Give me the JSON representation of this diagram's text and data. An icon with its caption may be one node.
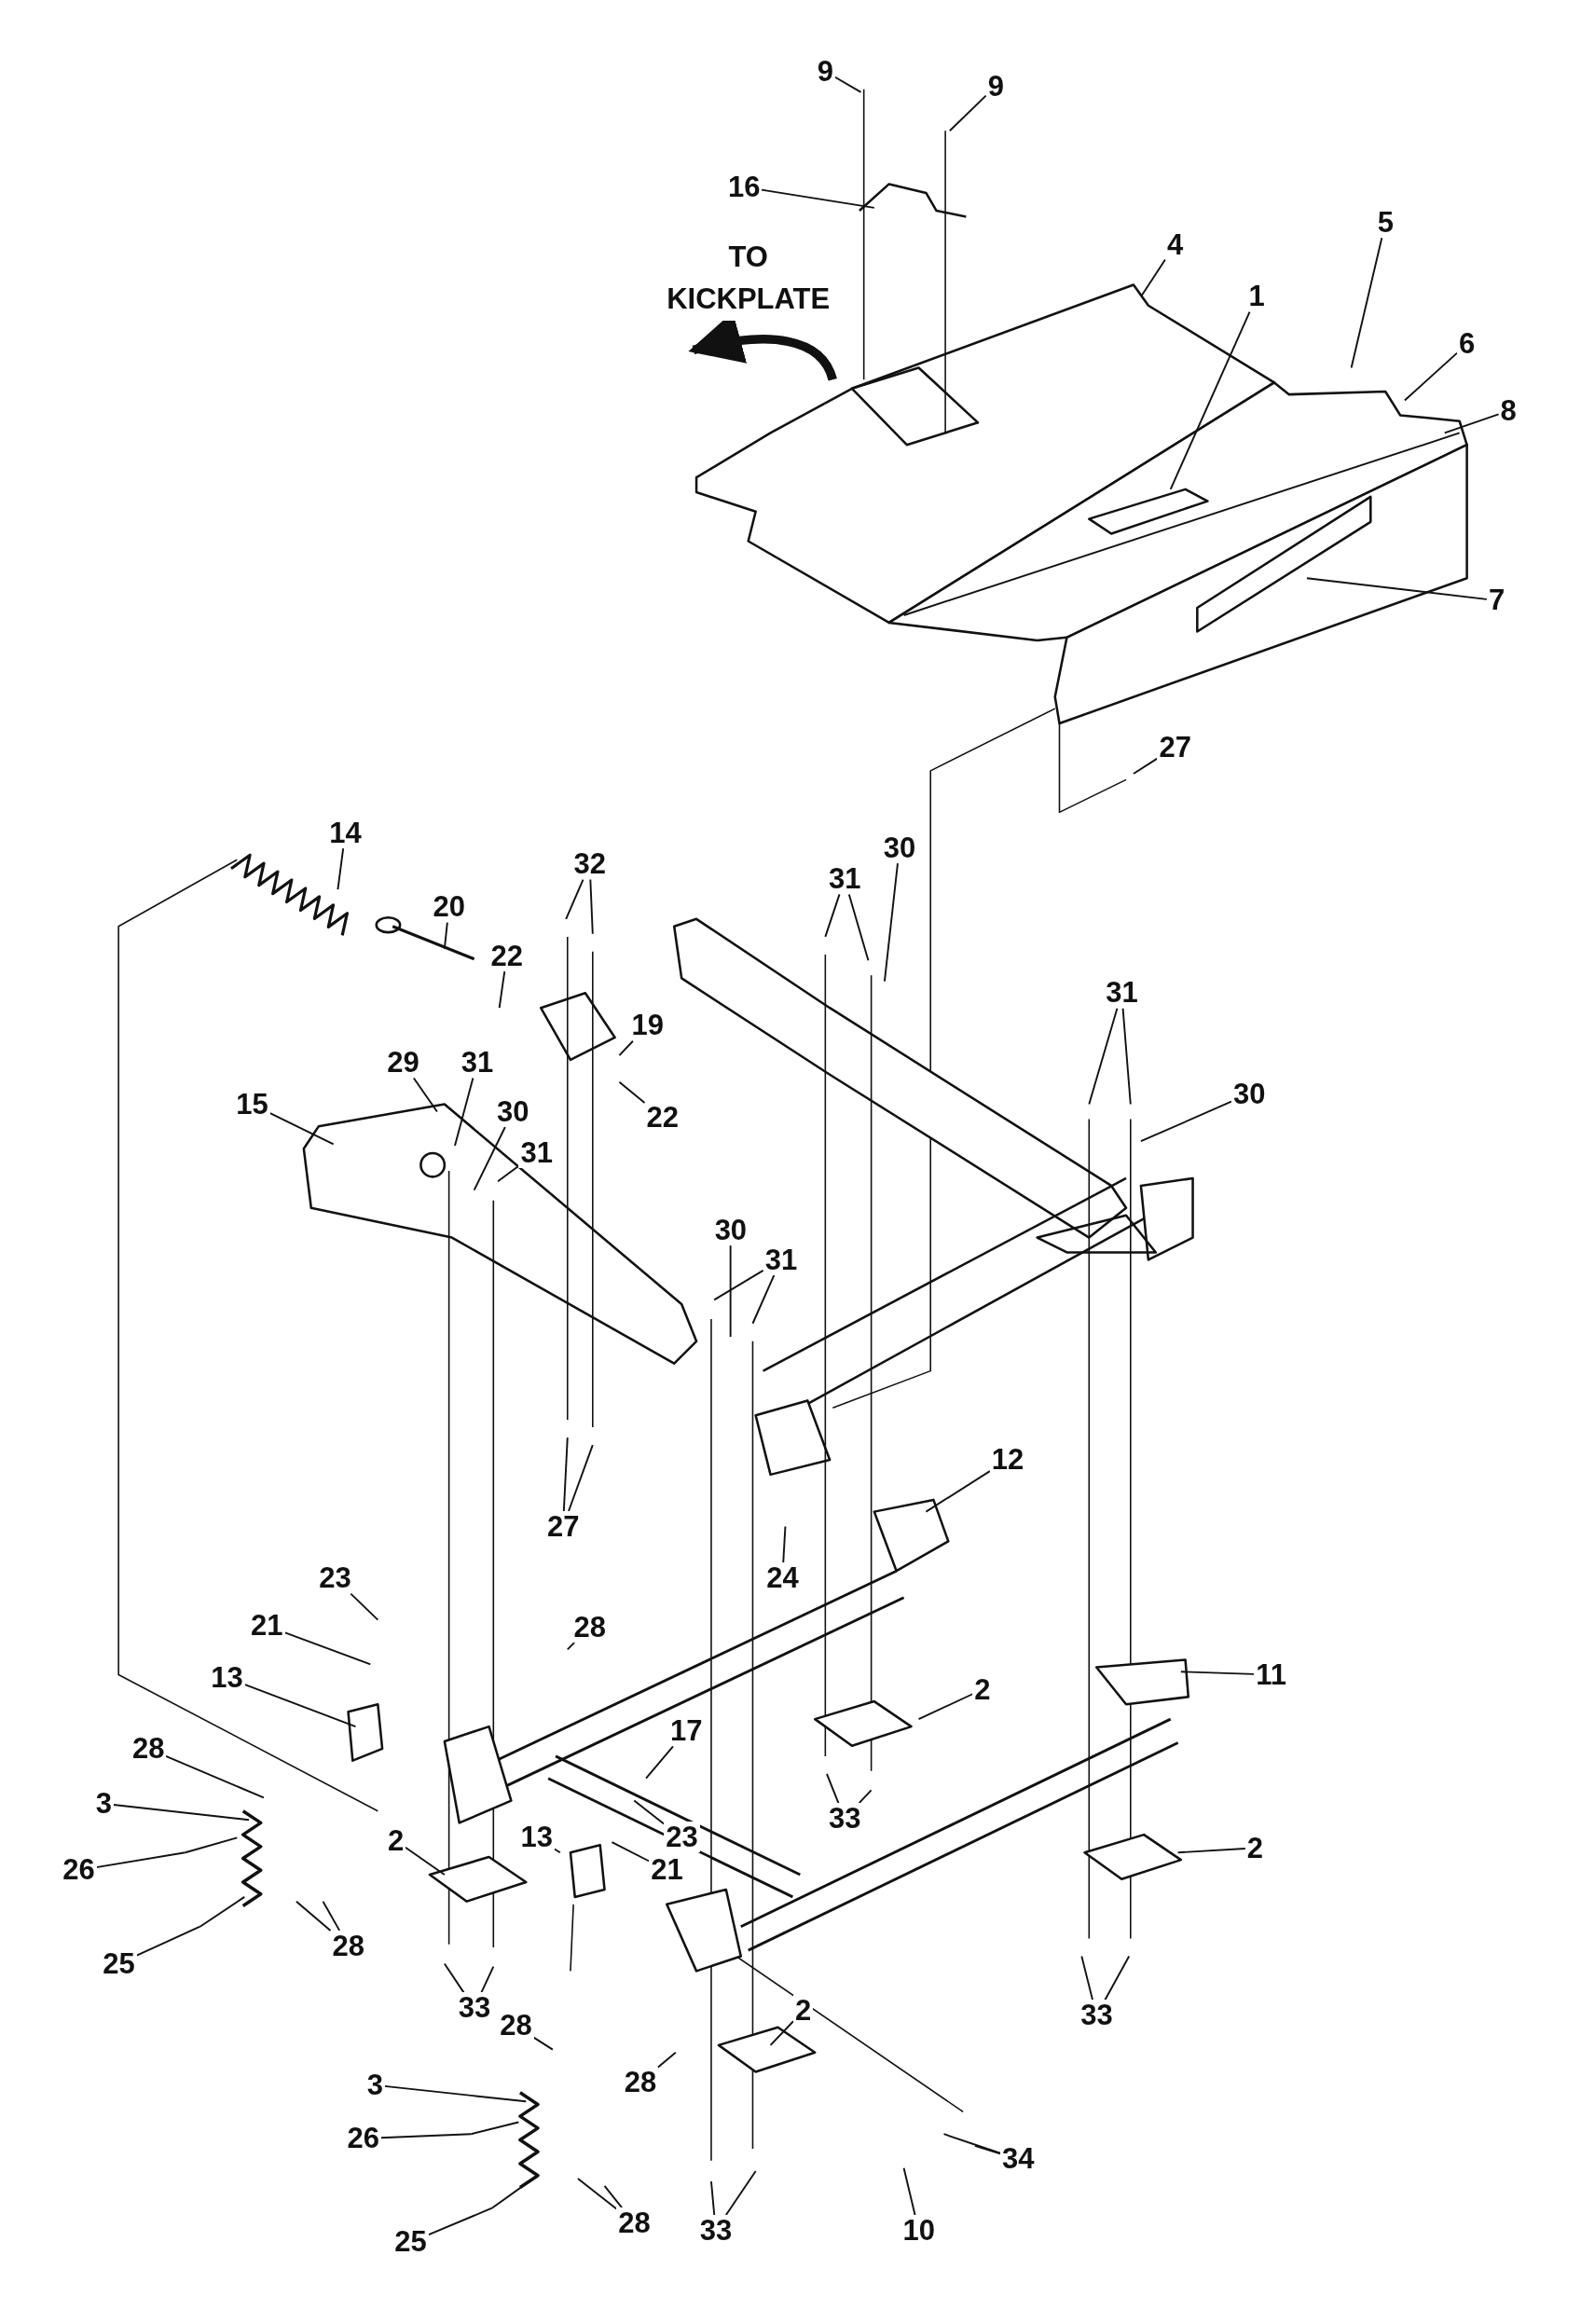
{
  "diagram": {
    "nodes": [
      {
        "text": [
          "9"
        ]
      },
      {
        "text": [
          "9"
        ]
      },
      {
        "text": [
          "16"
        ]
      },
      {
        "text": [
          "4"
        ]
      },
      {
        "text": [
          "5"
        ]
      },
      {
        "text": [
          "1"
        ]
      },
      {
        "text": [
          "6"
        ]
      },
      {
        "text": [
          "8"
        ]
      },
      {
        "text": [
          "7"
        ]
      },
      {
        "text": [
          "27"
        ]
      },
      {
        "text": [
          "14"
        ]
      },
      {
        "text": [
          "32"
        ]
      },
      {
        "text": [
          "30"
        ]
      },
      {
        "text": [
          "31"
        ]
      },
      {
        "text": [
          "20"
        ]
      },
      {
        "text": [
          "22"
        ]
      },
      {
        "text": [
          "31"
        ]
      },
      {
        "text": [
          "19"
        ]
      },
      {
        "text": [
          "29"
        ]
      },
      {
        "text": [
          "31"
        ]
      },
      {
        "text": [
          "30"
        ]
      },
      {
        "text": [
          "15"
        ]
      },
      {
        "text": [
          "30"
        ]
      },
      {
        "text": [
          "22"
        ]
      },
      {
        "text": [
          "31"
        ]
      },
      {
        "text": [
          "30"
        ]
      },
      {
        "text": [
          "31"
        ]
      },
      {
        "text": [
          "12"
        ]
      },
      {
        "text": [
          "27"
        ]
      },
      {
        "text": [
          "24"
        ]
      },
      {
        "text": [
          "23"
        ]
      },
      {
        "text": [
          "21"
        ]
      },
      {
        "text": [
          "28"
        ]
      },
      {
        "text": [
          "11"
        ]
      },
      {
        "text": [
          "13"
        ]
      },
      {
        "text": [
          "2"
        ]
      },
      {
        "text": [
          "17"
        ]
      },
      {
        "text": [
          "28"
        ]
      },
      {
        "text": [
          "3"
        ]
      },
      {
        "text": [
          "33"
        ]
      },
      {
        "text": [
          "23"
        ]
      },
      {
        "text": [
          "13"
        ]
      },
      {
        "text": [
          "2"
        ]
      },
      {
        "text": [
          "2"
        ]
      },
      {
        "text": [
          "26"
        ]
      },
      {
        "text": [
          "21"
        ]
      },
      {
        "text": [
          "28"
        ]
      },
      {
        "text": [
          "25"
        ]
      },
      {
        "text": [
          "33"
        ]
      },
      {
        "text": [
          "2"
        ]
      },
      {
        "text": [
          "33"
        ]
      },
      {
        "text": [
          "28"
        ]
      },
      {
        "text": [
          "28"
        ]
      },
      {
        "text": [
          "3"
        ]
      },
      {
        "text": [
          "26"
        ]
      },
      {
        "text": [
          "34"
        ]
      },
      {
        "text": [
          "28"
        ]
      },
      {
        "text": [
          "33"
        ]
      },
      {
        "text": [
          "10"
        ]
      },
      {
        "text": [
          "25"
        ]
      }
    ],
    "edges": [
      {
        "from": 0,
        "to": null,
        "arrow": "none"
      },
      {
        "from": 1,
        "to": null,
        "arrow": "none"
      },
      {
        "from": 2,
        "to": null,
        "arrow": "none"
      },
      {
        "from": 3,
        "to": null,
        "arrow": "none"
      },
      {
        "from": 4,
        "to": null,
        "arrow": "none"
      },
      {
        "from": 5,
        "to": null,
        "arrow": "none"
      },
      {
        "from": 6,
        "to": null,
        "arrow": "none"
      },
      {
        "from": 7,
        "to": null,
        "arrow": "none"
      },
      {
        "from": 8,
        "to": null,
        "arrow": "none"
      },
      {
        "from": 9,
        "to": null,
        "arrow": "none"
      },
      {
        "from": 10,
        "to": null,
        "arrow": "none"
      },
      {
        "from": 11,
        "to": null,
        "arrow": "none"
      },
      {
        "from": 11,
        "to": null,
        "arrow": "none"
      },
      {
        "from": 12,
        "to": null,
        "arrow": "none"
      },
      {
        "from": 13,
        "to": null,
        "arrow": "none"
      },
      {
        "from": 13,
        "to": null,
        "arrow": "none"
      },
      {
        "from": 14,
        "to": null,
        "arrow": "none"
      },
      {
        "from": 15,
        "to": null,
        "arrow": "none"
      },
      {
        "from": 16,
        "to": null,
        "arrow": "none"
      },
      {
        "from": 16,
        "to": null,
        "arrow": "none"
      },
      {
        "from": 17,
        "to": null,
        "arrow": "none"
      },
      {
        "from": 18,
        "to": null,
        "arrow": "none"
      },
      {
        "from": 19,
        "to": null,
        "arrow": "none"
      },
      {
        "from": 20,
        "to": null,
        "arrow": "none"
      },
      {
        "from": 21,
        "to": null,
        "arrow": "none"
      },
      {
        "from": 22,
        "to": null,
        "arrow": "none"
      },
      {
        "from": 23,
        "to": null,
        "arrow": "none"
      },
      {
        "from": 24,
        "to": null,
        "arrow": "none"
      },
      {
        "from": 25,
        "to": null,
        "arrow": "none"
      },
      {
        "from": 26,
        "to": null,
        "arrow": "none"
      },
      {
        "from": 26,
        "to": null,
        "arrow": "none"
      },
      {
        "from": 27,
        "to": null,
        "arrow": "none"
      },
      {
        "from": 28,
        "to": null,
        "arrow": "none"
      },
      {
        "from": 28,
        "to": null,
        "arrow": "none"
      },
      {
        "from": 29,
        "to": null,
        "arrow": "none"
      },
      {
        "from": 30,
        "to": null,
        "arrow": "none"
      },
      {
        "from": 31,
        "to": null,
        "arrow": "none"
      },
      {
        "from": 32,
        "to": null,
        "arrow": "none"
      },
      {
        "from": 33,
        "to": null,
        "arrow": "none"
      },
      {
        "from": 34,
        "to": null,
        "arrow": "none"
      },
      {
        "from": 35,
        "to": null,
        "arrow": "none"
      },
      {
        "from": 36,
        "to": null,
        "arrow": "none"
      },
      {
        "from": 37,
        "to": null,
        "arrow": "none"
      },
      {
        "from": 38,
        "to": null,
        "arrow": "none"
      },
      {
        "from": 39,
        "to": null,
        "arrow": "none"
      },
      {
        "from": 39,
        "to": null,
        "arrow": "none"
      },
      {
        "from": 40,
        "to": null,
        "arrow": "none"
      },
      {
        "from": 41,
        "to": null,
        "arrow": "none"
      },
      {
        "from": 42,
        "to": null,
        "arrow": "none"
      },
      {
        "from": 43,
        "to": null,
        "arrow": "none"
      },
      {
        "from": 44,
        "to": null,
        "arrow": "none"
      },
      {
        "from": 45,
        "to": null,
        "arrow": "none"
      },
      {
        "from": 46,
        "to": null,
        "arrow": "none"
      },
      {
        "from": 46,
        "to": null,
        "arrow": "none"
      },
      {
        "from": 47,
        "to": null,
        "arrow": "none"
      },
      {
        "from": 48,
        "to": null,
        "arrow": "none"
      },
      {
        "from": 48,
        "to": null,
        "arrow": "none"
      },
      {
        "from": 49,
        "to": null,
        "arrow": "none"
      },
      {
        "from": 50,
        "to": null,
        "arrow": "none"
      },
      {
        "from": 50,
        "to": null,
        "arrow": "none"
      },
      {
        "from": 51,
        "to": null,
        "arrow": "none"
      },
      {
        "from": 52,
        "to": null,
        "arrow": "none"
      },
      {
        "from": 53,
        "to": null,
        "arrow": "none"
      },
      {
        "from": 54,
        "to": null,
        "arrow": "none"
      },
      {
        "from": 55,
        "to": null,
        "arrow": "none"
      },
      {
        "from": 55,
        "to": null,
        "arrow": "none"
      },
      {
        "from": 56,
        "to": null,
        "arrow": "none"
      },
      {
        "from": 56,
        "to": null,
        "arrow": "none"
      },
      {
        "from": 57,
        "to": null,
        "arrow": "none"
      },
      {
        "from": 57,
        "to": null,
        "arrow": "none"
      },
      {
        "from": 58,
        "to": null,
        "arrow": "none"
      },
      {
        "from": 59,
        "to": null,
        "arrow": "none"
      }
    ],
    "labels": [
      "TO KICKPLATE"
    ]
  }
}
